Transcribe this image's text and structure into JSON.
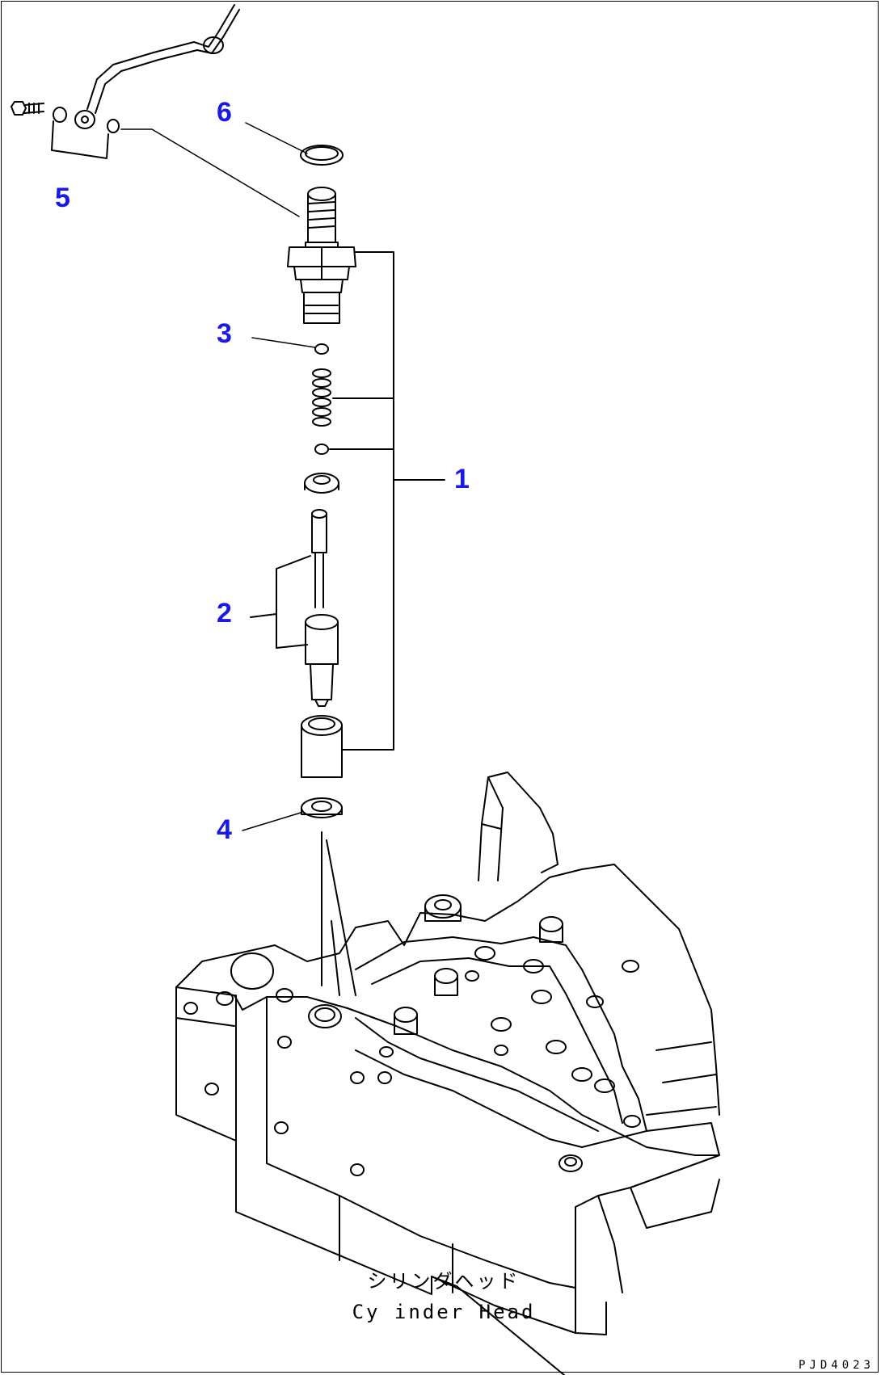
{
  "callouts": [
    {
      "id": "callout-1",
      "label": "1"
    },
    {
      "id": "callout-2",
      "label": "2"
    },
    {
      "id": "callout-3",
      "label": "3"
    },
    {
      "id": "callout-4",
      "label": "4"
    },
    {
      "id": "callout-5",
      "label": "5"
    },
    {
      "id": "callout-6",
      "label": "6"
    }
  ],
  "caption": {
    "japanese": "シリンダヘッド",
    "english": "Cy  inder Head"
  },
  "drawing_code": "PJD4023",
  "colors": {
    "callout": "#1a1ae6",
    "line": "#000000",
    "background": "#ffffff"
  }
}
